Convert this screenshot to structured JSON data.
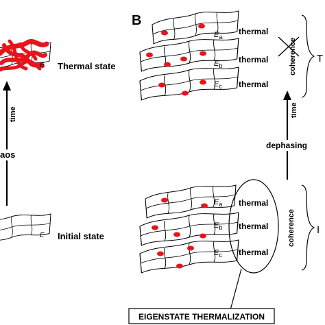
{
  "panel_b_label": "B",
  "left_panel": {
    "thermal_state_label": "Thermal state",
    "initial_state_label": "Initial state",
    "time_label": "time",
    "chaos_label": "aos",
    "energy_symbol": "E"
  },
  "right_panel": {
    "top_stack": [
      {
        "energy": "E",
        "subscript": "a",
        "label": "thermal"
      },
      {
        "energy": "E",
        "subscript": "b",
        "label": "thermal"
      },
      {
        "energy": "E",
        "subscript": "c",
        "label": "thermal"
      }
    ],
    "bottom_stack": [
      {
        "energy": "E",
        "subscript": "a",
        "label": "thermal"
      },
      {
        "energy": "E",
        "subscript": "b",
        "label": "thermal"
      },
      {
        "energy": "E",
        "subscript": "c",
        "label": "thermal"
      }
    ],
    "crossed_coherence_label": "coherence",
    "coherence_label": "coherence",
    "time_label": "time",
    "dephasing_label": "dephasing",
    "right_cut_label_top": "T",
    "right_cut_label_bottom": "I",
    "eigenstate_box_label": "EIGENSTATE THERMALIZATION"
  },
  "colors": {
    "dots": "#e8141c",
    "ink": "#000000",
    "grid_fill": "#ffffff"
  }
}
